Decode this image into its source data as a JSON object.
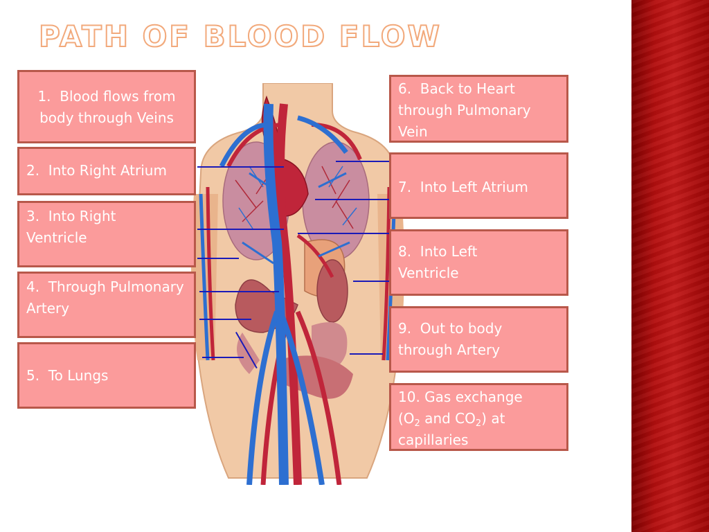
{
  "slide": {
    "title": "PATH OF BLOOD FLOW"
  },
  "labels": {
    "step1": "1.  Blood flows from body through Veins",
    "step2": "2.  Into Right Atrium",
    "step3": "3.  Into Right Ventricle",
    "step4": "4.  Through Pulmonary Artery",
    "step5": "5.  To Lungs",
    "step6": "6.  Back to Heart through Pulmonary Vein",
    "step7": "7.  Into Left Atrium",
    "step8": "8.  Into Left Ventricle",
    "step9": "9.  Out to body through Artery",
    "step10": {
      "line1": "10.  Gas exchange",
      "o2_open": "(O",
      "o2_sub": "2",
      "and": " and CO",
      "co2_sub": "2",
      "close": ") at",
      "line3": "capillaries"
    }
  },
  "colors": {
    "box_fill": "#fb9b9b",
    "box_border": "#b8584a",
    "title_outline": "#f2a97b",
    "side_band": "#b30f0f",
    "leader_lines": "#1a1ab8"
  }
}
